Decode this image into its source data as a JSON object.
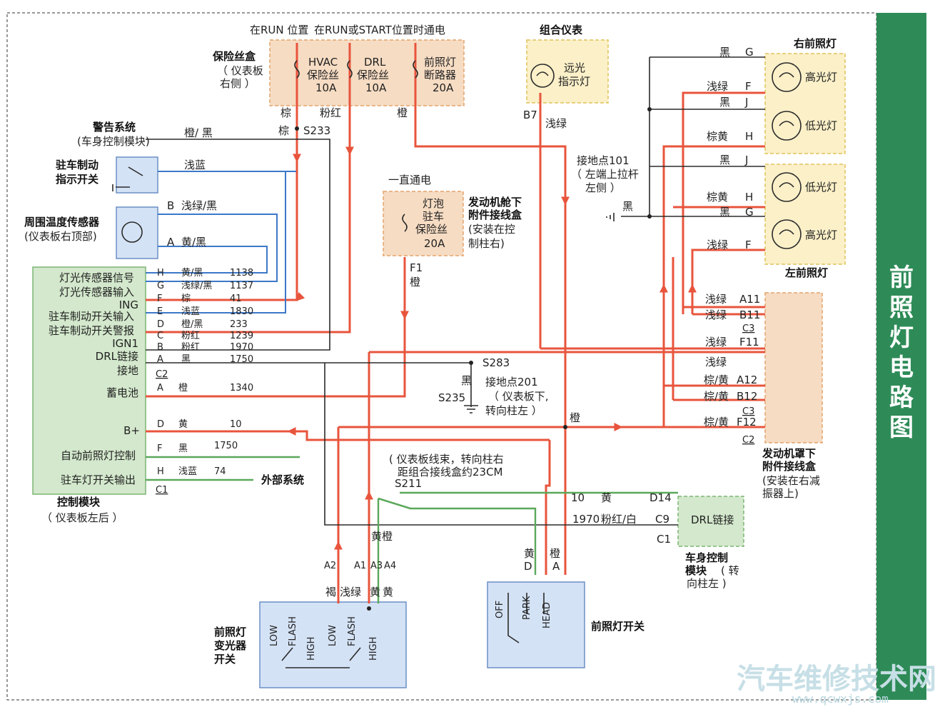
{
  "title": "前照灯电路图",
  "watermark": {
    "main": "汽车维修技术网",
    "url": "www.qcwxjs.com"
  },
  "top_labels": {
    "run": "在RUN 位置",
    "run_start": "在RUN或START位置时通电",
    "always": "一直通电"
  },
  "fuse_box": {
    "name": "保险丝盒",
    "loc": [
      "（ 仪表板",
      "右侧 ）"
    ],
    "fuses": [
      {
        "name": "HVAC",
        "sub": "保险丝",
        "amp": "10A"
      },
      {
        "name": "DRL",
        "sub": "保险丝",
        "amp": "10A"
      },
      {
        "name": "前照灯",
        "sub": "断路器",
        "amp": "20A"
      }
    ],
    "wire_labels": {
      "brown1": "棕",
      "pink": "粉红",
      "orange": "橙",
      "brown2": "棕",
      "s233": "S233"
    }
  },
  "cluster": {
    "name": "组合仪表",
    "lamp": [
      "远光",
      "指示灯"
    ],
    "pin": "B7",
    "wire": "浅绿"
  },
  "warning": {
    "name": "警告系统",
    "sub": "(车身控制模块)",
    "wire": "橙/ 黑"
  },
  "park_brake_switch": {
    "name": [
      "驻车制动",
      "指示开关"
    ],
    "wire": "浅蓝"
  },
  "temp_sensor": {
    "name": "周围温度传感器",
    "loc": "(仪表板右顶部)",
    "pins": [
      {
        "pin": "B",
        "wire": "浅绿/黑"
      },
      {
        "pin": "A",
        "wire": "黄/黑"
      }
    ]
  },
  "control_module": {
    "name": "控制模块",
    "loc": "（ 仪表板左后 ）",
    "c2": "C2",
    "c1": "C1",
    "rows": [
      {
        "label": "灯光传感器信号",
        "pin": "H",
        "wire": "黄/黑",
        "num": "1138"
      },
      {
        "label": "灯光传感器输入",
        "pin": "G",
        "wire": "浅绿/黑",
        "num": "1137"
      },
      {
        "label": "",
        "pin": "F",
        "wire": "棕",
        "num": "41"
      },
      {
        "label": "ING",
        "pin": "E",
        "wire": "浅蓝",
        "num": "1830"
      },
      {
        "label": "驻车制动开关输入",
        "pin": "D",
        "wire": "橙/黑",
        "num": "233"
      },
      {
        "label": "驻车制动开关警报",
        "pin": "C",
        "wire": "粉红",
        "num": "1239"
      },
      {
        "label": "IGN1",
        "pin": "B",
        "wire": "粉红",
        "num": "1970"
      },
      {
        "label": "DRL链接",
        "pin": "A",
        "wire": "黑",
        "num": "1750"
      },
      {
        "label": "接地",
        "pin": "",
        "wire": "",
        "num": ""
      },
      {
        "label": "蓄电池",
        "pin": "A",
        "wire": "橙",
        "num": "1340"
      },
      {
        "label": "B+",
        "pin": "D",
        "wire": "黄",
        "num": "10"
      },
      {
        "label": "自动前照灯控制",
        "pin": "F",
        "wire": "黑",
        "num": "1750"
      },
      {
        "label": "驻车灯开关输出",
        "pin": "H",
        "wire": "浅蓝",
        "num": "74"
      }
    ]
  },
  "external": "外部系统",
  "underhood_fuse": {
    "box": [
      "灯泡",
      "驻车",
      "保险丝",
      "20A"
    ],
    "name": [
      "发动机舱下",
      "附件接线盒"
    ],
    "loc": [
      "(安装在控",
      "制柱右)"
    ],
    "pin": "F1",
    "wire": "橙"
  },
  "ground201": {
    "name": [
      "接地点201",
      "（ 仪表板下,",
      "转向柱左 ）"
    ],
    "wire": "黑",
    "s283": "S283",
    "s235": "S235"
  },
  "ground101": {
    "name": [
      "接地点101",
      "（ 左端上拉杆",
      "左侧 ）"
    ],
    "wire": "黑"
  },
  "right_headlamp": {
    "name": "右前照灯",
    "high": "高光灯",
    "low": "低光灯",
    "pins": [
      {
        "pin": "G",
        "wire": "黑"
      },
      {
        "pin": "F",
        "wire": "浅绿"
      },
      {
        "pin": "J",
        "wire": "黑"
      },
      {
        "pin": "H",
        "wire": "棕黄"
      }
    ]
  },
  "left_headlamp": {
    "name": "左前照灯",
    "high": "高光灯",
    "low": "低光灯",
    "pins": [
      {
        "pin": "J",
        "wire": "黑"
      },
      {
        "pin": "H",
        "wire": "棕黄"
      },
      {
        "pin": "G",
        "wire": "黑"
      },
      {
        "pin": "F",
        "wire": "浅绿"
      }
    ]
  },
  "hood_box": {
    "name": [
      "发动机罩下",
      "附件接线盒"
    ],
    "loc": [
      "(安装在右减",
      "振器上)"
    ],
    "pins": [
      {
        "pin": "A11",
        "wire": "浅绿"
      },
      {
        "pin": "B11",
        "wire": "浅绿"
      },
      {
        "pin": "C3",
        "wire": ""
      },
      {
        "pin": "F11",
        "wire": "浅绿"
      },
      {
        "pin": "",
        "wire": "浅绿"
      },
      {
        "pin": "A12",
        "wire": "棕/黄"
      },
      {
        "pin": "B12",
        "wire": "棕/黄"
      },
      {
        "pin": "C3",
        "wire": ""
      },
      {
        "pin": "F12",
        "wire": "棕/黄"
      },
      {
        "pin": "C2",
        "wire": ""
      }
    ],
    "orange": "橙"
  },
  "harness_note": [
    "( 仪表板线束，转向柱右",
    "距组合接线盒约23CM"
  ],
  "s211": "S211",
  "bcm": {
    "box": "DRL链接",
    "name": [
      "车身控制",
      "模块"
    ],
    "loc": [
      "( 转",
      "向柱左 )"
    ],
    "pins": [
      {
        "pin": "D14",
        "num": "10",
        "wire": "黄"
      },
      {
        "pin": "C9",
        "num": "1970",
        "wire": "粉红/白"
      },
      {
        "pin": "C1",
        "num": "",
        "wire": ""
      }
    ]
  },
  "dimmer": {
    "name": [
      "前照灯",
      "变光器",
      "开关"
    ],
    "pins": [
      "A2",
      "A1",
      "A3",
      "A4"
    ],
    "wires": [
      "褐",
      "浅绿",
      "黄",
      "黄"
    ],
    "top_wires": "黄橙",
    "positions": [
      "LOW",
      "FLASH",
      "HIGH",
      "LOW",
      "FLASH",
      "HIGH"
    ]
  },
  "headlamp_switch": {
    "name": "前照灯开关",
    "pins": [
      {
        "pin": "D",
        "wire": "黄"
      },
      {
        "pin": "A",
        "wire": "橙"
      }
    ],
    "positions": [
      "OFF",
      "PARK",
      "HEAD"
    ]
  }
}
